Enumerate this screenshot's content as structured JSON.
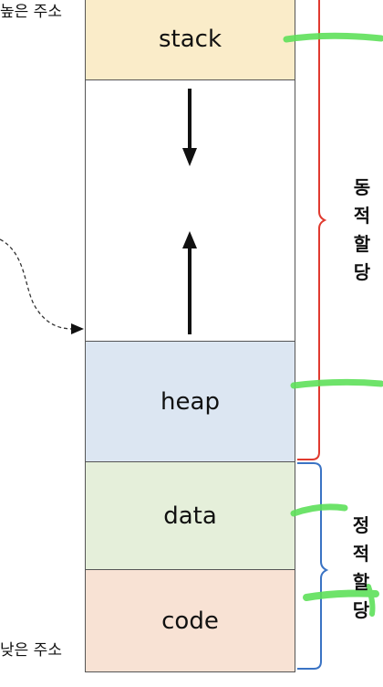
{
  "address_labels": {
    "high": "높은 주소",
    "low": "낮은 주소"
  },
  "segments": [
    {
      "name": "stack",
      "label": "stack",
      "color": "#faecc9"
    },
    {
      "name": "free",
      "label": "",
      "color": "#ffffff"
    },
    {
      "name": "heap",
      "label": "heap",
      "color": "#dce6f2"
    },
    {
      "name": "data",
      "label": "data",
      "color": "#e5efda"
    },
    {
      "name": "code",
      "label": "code",
      "color": "#f8e2d4"
    }
  ],
  "groups": {
    "dynamic": {
      "label_chars": [
        "동",
        "적",
        "할",
        "당"
      ],
      "color": "#e03a2f"
    },
    "static": {
      "label_chars": [
        "정",
        "적",
        "할",
        "당"
      ],
      "color": "#3a73c4"
    }
  },
  "colors": {
    "highlight": "#5ee05a",
    "border": "#555555",
    "arrow": "#111111"
  }
}
